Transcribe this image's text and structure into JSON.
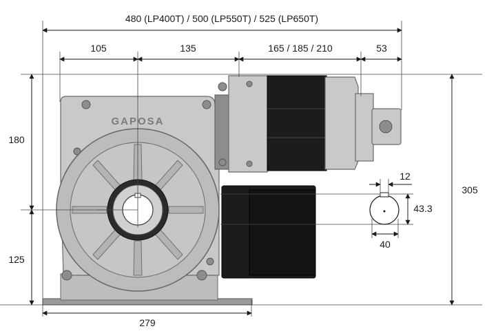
{
  "brand": {
    "logo_text": "GAPOSA"
  },
  "dimensions": {
    "overall_width": "480 (LP400T) / 500 (LP550T) / 525 (LP650T)",
    "shaft_left": "105",
    "shaft_to_motor": "135",
    "motor_length": "165 / 185 / 210",
    "brake_length": "53",
    "upper_height": "180",
    "lower_height": "125",
    "total_height": "305",
    "base_width": "279",
    "keyway_width": "12",
    "keyway_depth": "43.3",
    "bore_diameter": "40"
  }
}
